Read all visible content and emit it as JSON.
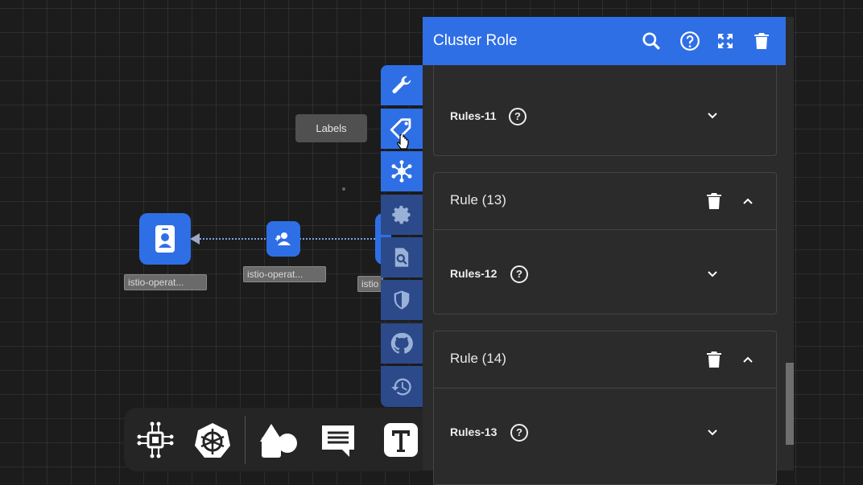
{
  "canvas": {
    "tooltip": "Labels",
    "nodes": [
      {
        "label": "istio-operat..."
      },
      {
        "label": "istio-operat..."
      },
      {
        "label": "istio"
      }
    ]
  },
  "side_tabs": [
    {
      "name": "tab-settings",
      "icon": "wrench-icon",
      "active": true
    },
    {
      "name": "tab-labels",
      "icon": "tag-icon",
      "active": true
    },
    {
      "name": "tab-network",
      "icon": "network-icon",
      "active": true
    },
    {
      "name": "tab-config",
      "icon": "gear-icon",
      "active": false
    },
    {
      "name": "tab-inspect",
      "icon": "doc-search-icon",
      "active": false
    },
    {
      "name": "tab-security",
      "icon": "shield-icon",
      "active": false
    },
    {
      "name": "tab-github",
      "icon": "github-icon",
      "active": false
    },
    {
      "name": "tab-history",
      "icon": "history-icon",
      "active": false
    }
  ],
  "toolbar": {
    "items": [
      "component-icon",
      "kubernetes-icon",
      "shapes-icon",
      "comment-icon",
      "text-icon"
    ]
  },
  "panel": {
    "title": "Cluster Role",
    "header_icons": [
      "search-icon",
      "help-icon",
      "fullscreen-icon",
      "delete-icon"
    ],
    "sections": [
      {
        "rules_label": "Rules-11"
      },
      {
        "rule_title": "Rule (13)",
        "rules_label": "Rules-12"
      },
      {
        "rule_title": "Rule (14)",
        "rules_label": "Rules-13"
      }
    ],
    "help_glyph": "?"
  },
  "colors": {
    "accent": "#2f6fe6",
    "panel_bg": "#2b2b2b",
    "canvas_bg": "#1c1c1c"
  }
}
